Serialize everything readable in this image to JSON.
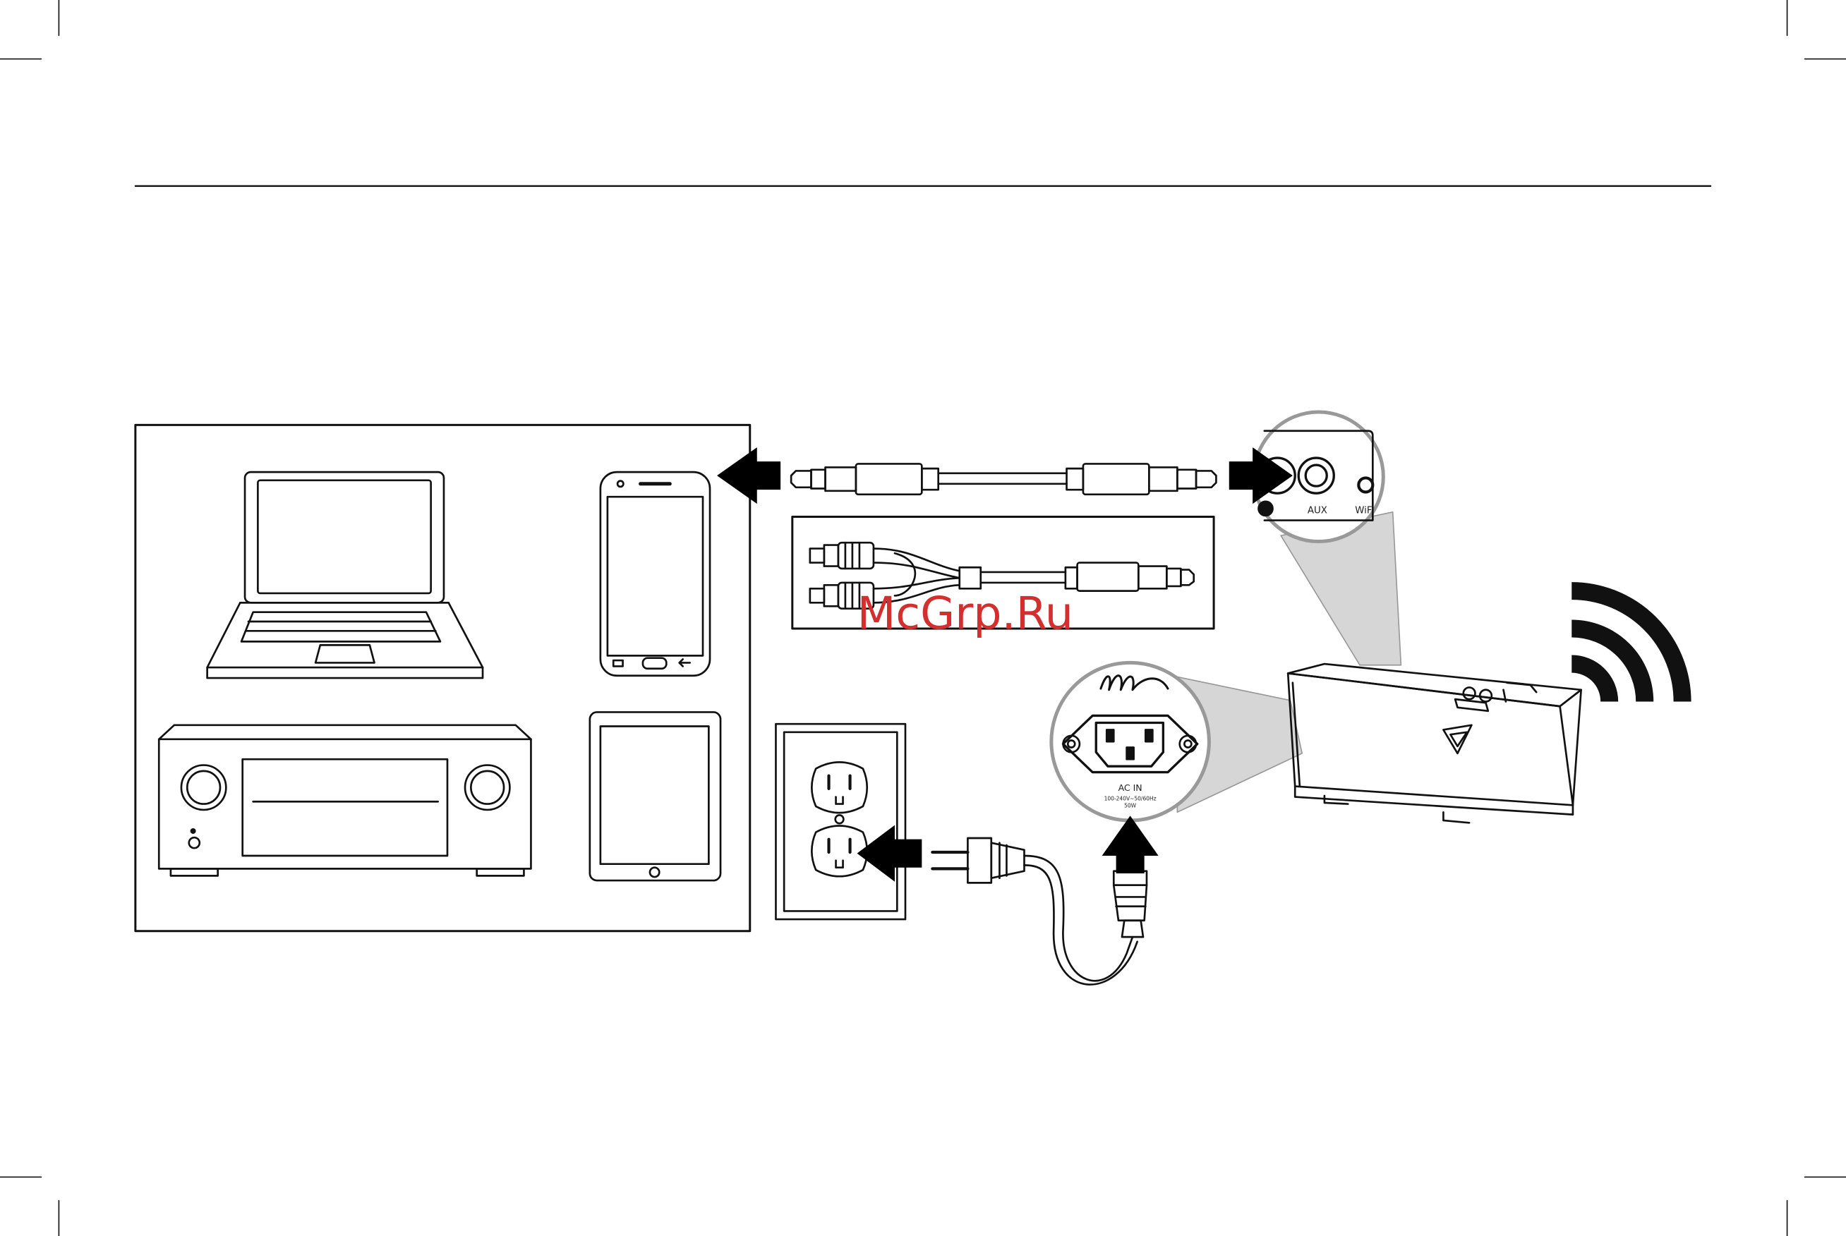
{
  "watermark": "McGrp.Ru",
  "aux_panel": {
    "aux_label": "AUX",
    "wifi_label": "WiFi"
  },
  "ac_panel": {
    "label": "AC IN",
    "rating_line1": "100-240V~50/60Hz",
    "rating_line2": "50W"
  },
  "colors": {
    "ink": "#111111",
    "callout_fill": "#d6d6d6",
    "watermark": "#d32f2f"
  },
  "icons": [
    "laptop-icon",
    "smartphone-icon",
    "av-receiver-icon",
    "tablet-icon",
    "wall-outlet-icon",
    "speaker-icon",
    "wifi-waves-icon",
    "power-cord-icon",
    "aux-cable-icon",
    "rca-cable-icon"
  ]
}
